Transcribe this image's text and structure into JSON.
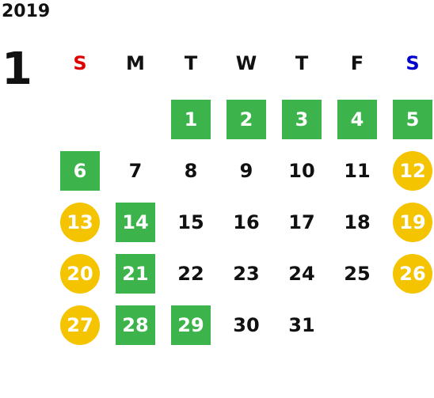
{
  "calendar": {
    "year": "2019",
    "month": "1",
    "weekdays": [
      {
        "label": "S",
        "color": "#e00000"
      },
      {
        "label": "M",
        "color": "#111111"
      },
      {
        "label": "T",
        "color": "#111111"
      },
      {
        "label": "W",
        "color": "#111111"
      },
      {
        "label": "T",
        "color": "#111111"
      },
      {
        "label": "F",
        "color": "#111111"
      },
      {
        "label": "S",
        "color": "#0000cc"
      }
    ],
    "first_weekday_index": 2,
    "days": [
      {
        "label": "1",
        "style": "green"
      },
      {
        "label": "2",
        "style": "green"
      },
      {
        "label": "3",
        "style": "green"
      },
      {
        "label": "4",
        "style": "green"
      },
      {
        "label": "5",
        "style": "green"
      },
      {
        "label": "6",
        "style": "green"
      },
      {
        "label": "7",
        "style": "plain"
      },
      {
        "label": "8",
        "style": "plain"
      },
      {
        "label": "9",
        "style": "plain"
      },
      {
        "label": "10",
        "style": "plain"
      },
      {
        "label": "11",
        "style": "plain"
      },
      {
        "label": "12",
        "style": "yellow"
      },
      {
        "label": "13",
        "style": "yellow"
      },
      {
        "label": "14",
        "style": "green"
      },
      {
        "label": "15",
        "style": "plain"
      },
      {
        "label": "16",
        "style": "plain"
      },
      {
        "label": "17",
        "style": "plain"
      },
      {
        "label": "18",
        "style": "plain"
      },
      {
        "label": "19",
        "style": "yellow"
      },
      {
        "label": "20",
        "style": "yellow"
      },
      {
        "label": "21",
        "style": "green"
      },
      {
        "label": "22",
        "style": "plain"
      },
      {
        "label": "23",
        "style": "plain"
      },
      {
        "label": "24",
        "style": "plain"
      },
      {
        "label": "25",
        "style": "plain"
      },
      {
        "label": "26",
        "style": "yellow"
      },
      {
        "label": "27",
        "style": "yellow"
      },
      {
        "label": "28",
        "style": "green"
      },
      {
        "label": "29",
        "style": "green"
      },
      {
        "label": "30",
        "style": "plain"
      },
      {
        "label": "31",
        "style": "plain"
      }
    ],
    "colors": {
      "green": "#3cb44b",
      "yellow": "#f5c400",
      "sunday": "#e00000",
      "saturday": "#0000cc"
    }
  }
}
